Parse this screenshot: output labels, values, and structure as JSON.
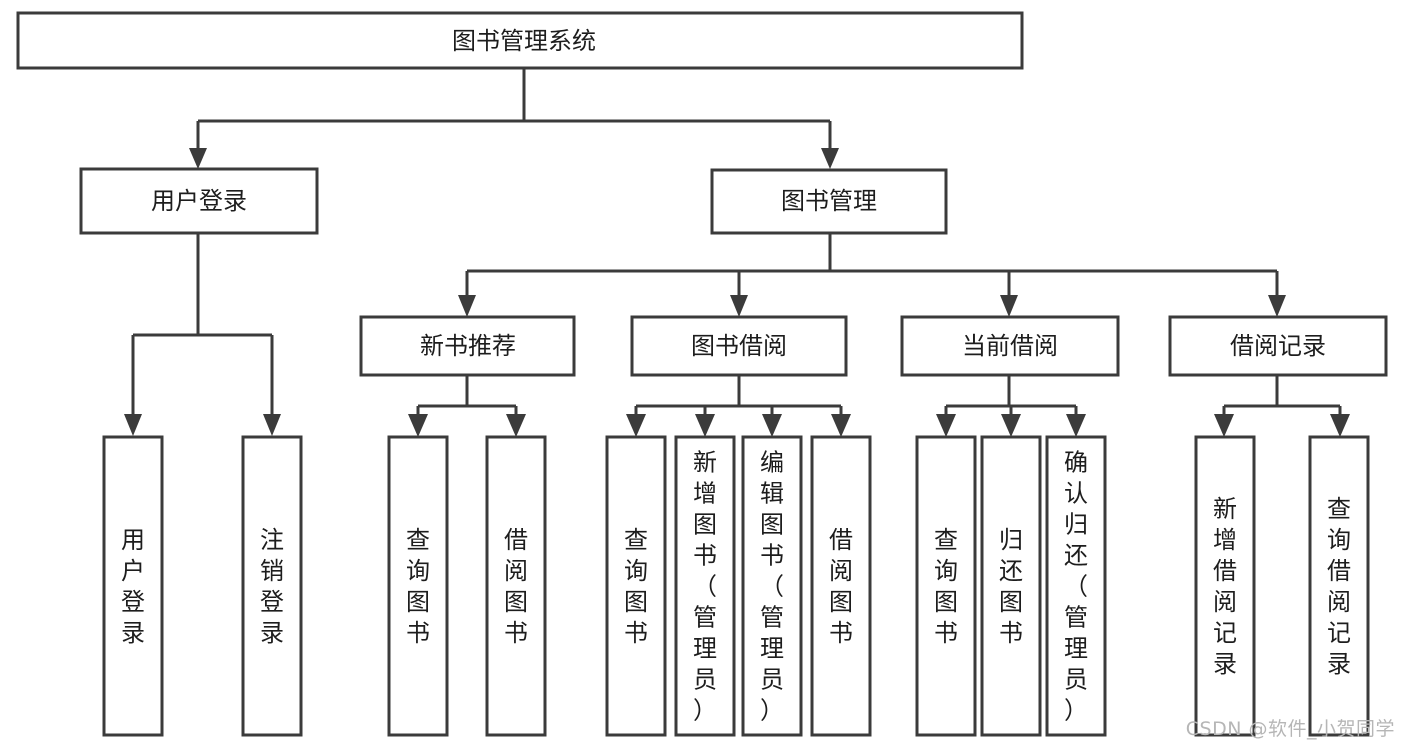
{
  "diagram": {
    "type": "tree-hierarchy",
    "title": "图书管理系统",
    "watermark": "CSDN @软件_小贺同学",
    "colors": {
      "stroke": "#3b3b3b",
      "box_fill": "#ffffff",
      "text": "#1d1d1d",
      "background": "#ffffff",
      "watermark": "#b6b6b6"
    },
    "root": {
      "label": "图书管理系统"
    },
    "level2": [
      {
        "label": "用户登录"
      },
      {
        "label": "图书管理"
      }
    ],
    "level3": [
      {
        "label": "新书推荐"
      },
      {
        "label": "图书借阅"
      },
      {
        "label": "当前借阅"
      },
      {
        "label": "借阅记录"
      }
    ],
    "leaves": {
      "user_login": [
        {
          "label": "用户登录"
        },
        {
          "label": "注销登录"
        }
      ],
      "new_book_recommend": [
        {
          "label": "查询图书"
        },
        {
          "label": "借阅图书"
        }
      ],
      "book_borrow": [
        {
          "label": "查询图书"
        },
        {
          "label": "新增图书（管理员）"
        },
        {
          "label": "编辑图书（管理员）"
        },
        {
          "label": "借阅图书"
        }
      ],
      "current_borrow": [
        {
          "label": "查询图书"
        },
        {
          "label": "归还图书"
        },
        {
          "label": "确认归还（管理员）"
        }
      ],
      "borrow_record": [
        {
          "label": "新增借阅记录"
        },
        {
          "label": "查询借阅记录"
        }
      ]
    }
  }
}
